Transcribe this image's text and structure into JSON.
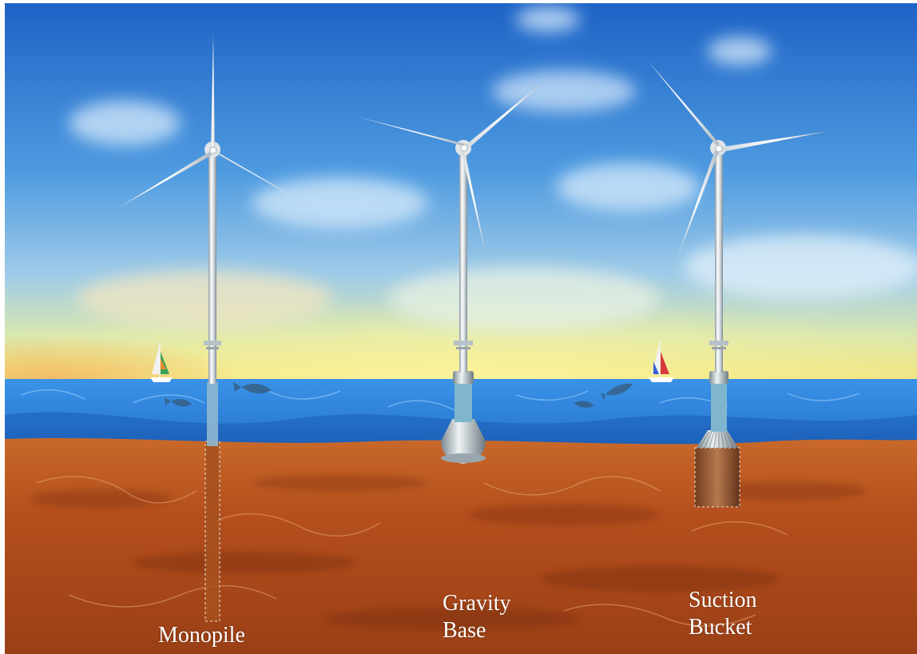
{
  "labels": {
    "monopile": "Monopile",
    "gravity_line1": "Gravity",
    "gravity_line2": "Base",
    "suction_line1": "Suction",
    "suction_line2": "Bucket"
  },
  "colors": {
    "sky_top": "#1f6fd0",
    "sky_mid": "#5aa6e6",
    "horizon_glow": "#f3e98a",
    "sea": "#2f86e0",
    "sea_deep": "#1b5fb8",
    "seabed": "#c05a22",
    "seabed_dark": "#8a3a14",
    "turbine": "#e9eef2",
    "label_text": "#ffffff"
  },
  "icons": [
    "wind-turbine",
    "sailboat",
    "fish",
    "cloud"
  ]
}
